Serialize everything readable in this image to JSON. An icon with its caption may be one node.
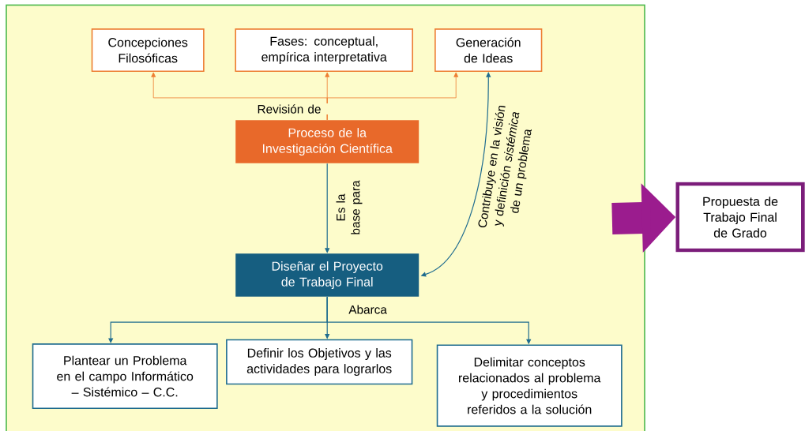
{
  "diagram": {
    "nodes": [
      {
        "text": [],
        "shape": "box"
      },
      {
        "text": [
          "Concepciones Filosóficas"
        ],
        "in": 0
      },
      {
        "text": [
          "Fases: conceptual, empírica interpretativa"
        ],
        "in": 0
      },
      {
        "text": [
          "Generación de Ideas"
        ],
        "in": 0
      },
      {
        "text": [
          "Proceso de la Investigación Científica"
        ],
        "in": 0
      },
      {
        "text": [
          "Diseñar el Proyecto de Trabajo Final"
        ],
        "in": 0
      },
      {
        "text": [
          "Plantear un Problema en el campo Informático – Sistémico – C.C."
        ],
        "in": 0
      },
      {
        "text": [
          "Definir los Objetivos y las actividades para lograrlos"
        ],
        "in": 0
      },
      {
        "text": [
          "Delimitar conceptos relacionados al problema y procedimientos referidos a la solución"
        ],
        "in": 0
      },
      {
        "text": [
          "Propuesta de Trabajo Final de Grado"
        ]
      }
    ],
    "edges": [
      {
        "from": 4,
        "to": 1,
        "arrow": "to",
        "color": "#ed7d31"
      },
      {
        "from": 4,
        "to": 2,
        "arrow": "to",
        "color": "#ed7d31",
        "label": "Revisión de"
      },
      {
        "from": 4,
        "to": 3,
        "arrow": "to",
        "color": "#ed7d31"
      },
      {
        "from": 4,
        "to": 5,
        "arrow": "to",
        "label": "Es la base para"
      },
      {
        "from": 5,
        "to": 3,
        "arrow": "both",
        "label": "Contribuye en  la visión y definición *sistémica* de un problema"
      },
      {
        "from": 5,
        "to": 6,
        "arrow": "to"
      },
      {
        "from": 5,
        "to": 7,
        "arrow": "to",
        "label": "Abarca"
      },
      {
        "from": 5,
        "to": 8,
        "arrow": "to"
      },
      {
        "from": 0,
        "to": 9,
        "arrow": "to",
        "style": "thick",
        "color": "#9b1c8e"
      }
    ]
  }
}
